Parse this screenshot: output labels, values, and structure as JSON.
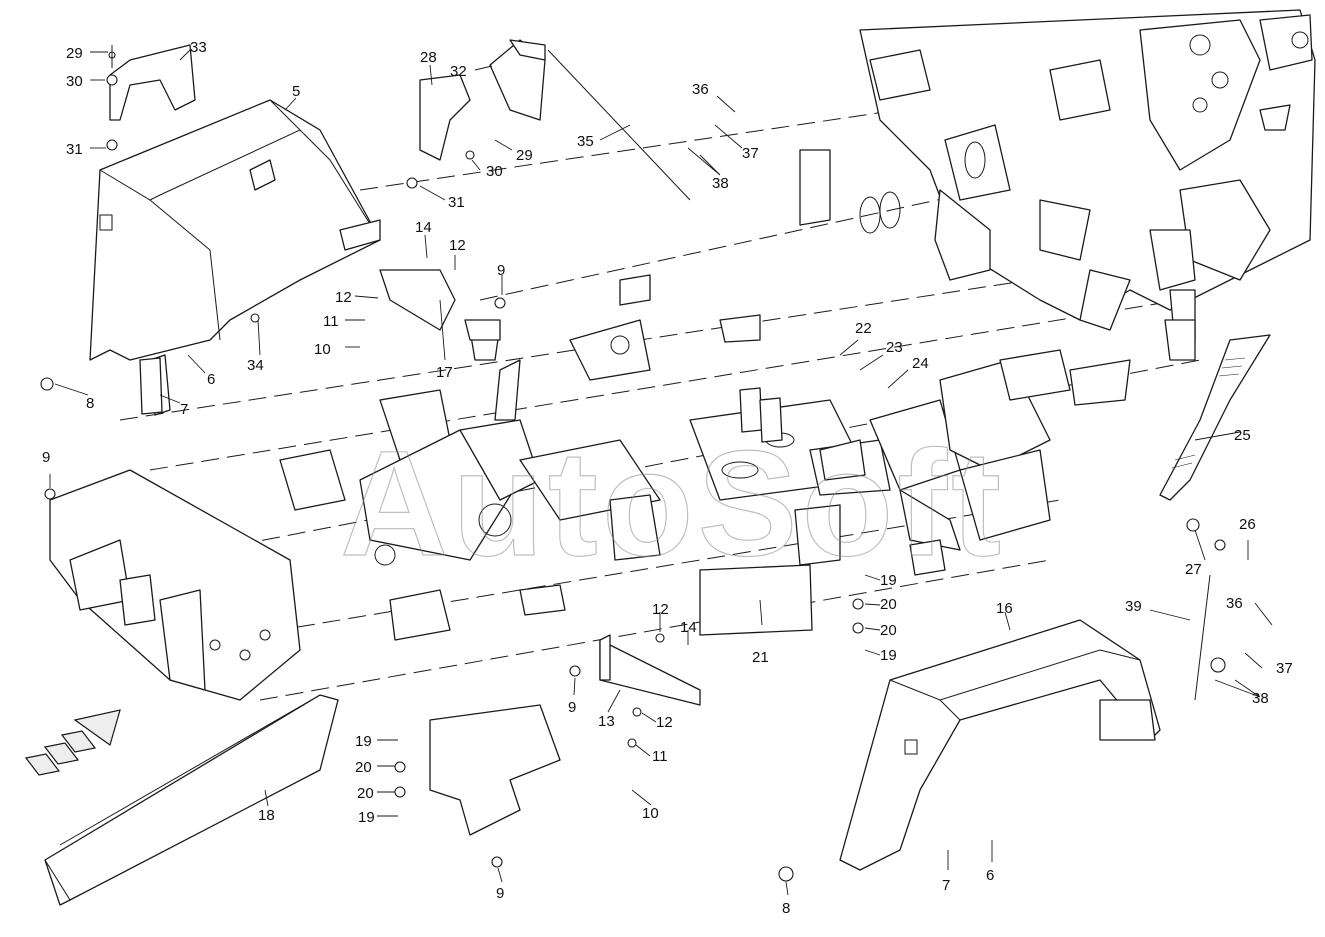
{
  "watermark": "AutoSoft",
  "direction_arrow_icon": "forward-direction-arrow",
  "callouts": [
    {
      "id": "c29a",
      "label": "29"
    },
    {
      "id": "c30a",
      "label": "30"
    },
    {
      "id": "c31a",
      "label": "31"
    },
    {
      "id": "c33",
      "label": "33"
    },
    {
      "id": "c5",
      "label": "5"
    },
    {
      "id": "c28",
      "label": "28"
    },
    {
      "id": "c32",
      "label": "32"
    },
    {
      "id": "c35",
      "label": "35"
    },
    {
      "id": "c36a",
      "label": "36"
    },
    {
      "id": "c37a",
      "label": "37"
    },
    {
      "id": "c38a",
      "label": "38"
    },
    {
      "id": "c29b",
      "label": "29"
    },
    {
      "id": "c30b",
      "label": "30"
    },
    {
      "id": "c31b",
      "label": "31"
    },
    {
      "id": "c14a",
      "label": "14"
    },
    {
      "id": "c12a",
      "label": "12"
    },
    {
      "id": "c9a",
      "label": "9"
    },
    {
      "id": "c12b",
      "label": "12"
    },
    {
      "id": "c11a",
      "label": "11"
    },
    {
      "id": "c10a",
      "label": "10"
    },
    {
      "id": "c17",
      "label": "17"
    },
    {
      "id": "c34",
      "label": "34"
    },
    {
      "id": "c6a",
      "label": "6"
    },
    {
      "id": "c7a",
      "label": "7"
    },
    {
      "id": "c8a",
      "label": "8"
    },
    {
      "id": "c9b",
      "label": "9"
    },
    {
      "id": "c22",
      "label": "22"
    },
    {
      "id": "c23",
      "label": "23"
    },
    {
      "id": "c24",
      "label": "24"
    },
    {
      "id": "c25",
      "label": "25"
    },
    {
      "id": "c26",
      "label": "26"
    },
    {
      "id": "c27",
      "label": "27"
    },
    {
      "id": "c19a",
      "label": "19"
    },
    {
      "id": "c20a",
      "label": "20"
    },
    {
      "id": "c20b",
      "label": "20"
    },
    {
      "id": "c19b",
      "label": "19"
    },
    {
      "id": "c21",
      "label": "21"
    },
    {
      "id": "c12c",
      "label": "12"
    },
    {
      "id": "c14b",
      "label": "14"
    },
    {
      "id": "c9c",
      "label": "9"
    },
    {
      "id": "c13",
      "label": "13"
    },
    {
      "id": "c12d",
      "label": "12"
    },
    {
      "id": "c11b",
      "label": "11"
    },
    {
      "id": "c10b",
      "label": "10"
    },
    {
      "id": "c16",
      "label": "16"
    },
    {
      "id": "c39",
      "label": "39"
    },
    {
      "id": "c36b",
      "label": "36"
    },
    {
      "id": "c37b",
      "label": "37"
    },
    {
      "id": "c38b",
      "label": "38"
    },
    {
      "id": "c19c",
      "label": "19"
    },
    {
      "id": "c20c",
      "label": "20"
    },
    {
      "id": "c20d",
      "label": "20"
    },
    {
      "id": "c19d",
      "label": "19"
    },
    {
      "id": "c18",
      "label": "18"
    },
    {
      "id": "c9d",
      "label": "9"
    },
    {
      "id": "c8b",
      "label": "8"
    },
    {
      "id": "c7b",
      "label": "7"
    },
    {
      "id": "c6b",
      "label": "6"
    }
  ]
}
